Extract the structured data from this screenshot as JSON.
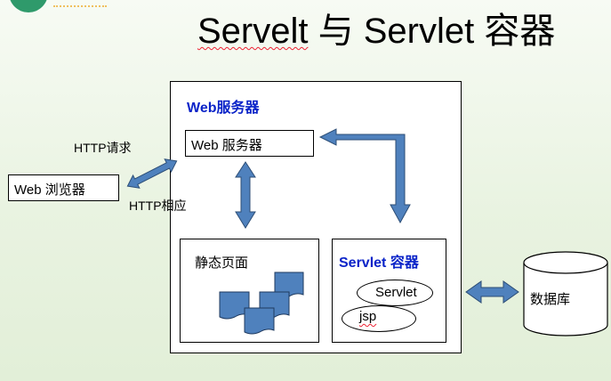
{
  "title": {
    "part1": "Servelt",
    "part2": " 与 ",
    "part3": "Servlet",
    "part4": " 容器"
  },
  "outer_container": {
    "heading": "Web服务器"
  },
  "web_server_box": {
    "label": "Web 服务器"
  },
  "browser_box": {
    "label": "Web 浏览器"
  },
  "http_request_label": "HTTP请求",
  "http_response_label": "HTTP相应",
  "static_pages": {
    "label": "静态页面"
  },
  "servlet_container": {
    "heading": "Servlet 容器",
    "servlet_label": "Servlet",
    "jsp_label": "jsp"
  },
  "database": {
    "label": "数据库"
  },
  "colors": {
    "arrow_fill": "#4f81bd",
    "arrow_stroke": "#2c4d75",
    "heading_blue": "#0a23c8"
  }
}
